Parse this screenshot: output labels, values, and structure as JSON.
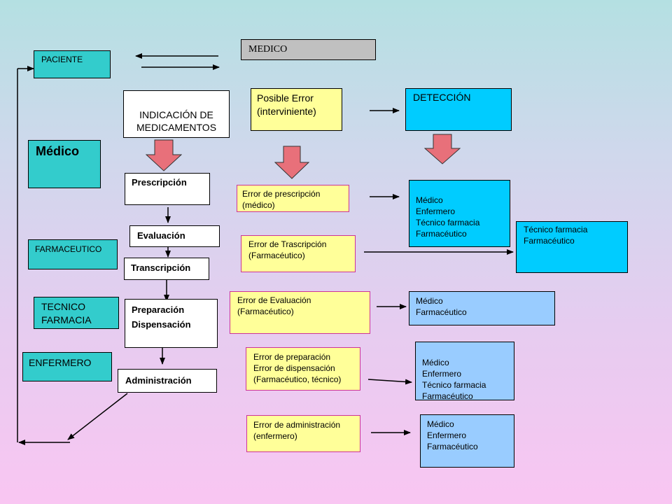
{
  "roles": {
    "paciente": "PACIENTE",
    "medico_role": "Médico",
    "farmaceutico": "FARMACEUTICO",
    "tecnico": [
      "TECNICO",
      "FARMACIA"
    ],
    "enfermero": "ENFERMERO"
  },
  "header": {
    "medico": "MEDICO"
  },
  "indicacion": [
    "INDICACIÓN  DE",
    "MEDICAMENTOS"
  ],
  "posible_error": [
    "Posible Error",
    "(interviniente)"
  ],
  "deteccion": "DETECCIÓN",
  "steps": {
    "prescripcion": "Prescripción",
    "evaluacion": "Evaluación",
    "transcripcion": "Transcripción",
    "preparacion": [
      "Preparación",
      "Dispensación"
    ],
    "administracion": "Administración"
  },
  "errors": {
    "prescripcion": [
      "Error de prescripción",
      "(médico)"
    ],
    "trascripcion": [
      "Error de Trascripción",
      "(Farmacéutico)"
    ],
    "evaluacion": [
      "Error de Evaluación",
      "(Farmacéutico)"
    ],
    "preparacion": [
      "Error de preparación",
      "Error de dispensación",
      "(Farmacéutico, técnico)"
    ],
    "administracion": [
      "Error de administración",
      "(enfermero)"
    ]
  },
  "detectors": {
    "d1": [
      "Médico",
      "Enfermero",
      "Técnico farmacia",
      "Farmacéutico"
    ],
    "d2": [
      "Técnico farmacia",
      "Farmacéutico"
    ],
    "d3": [
      "Médico",
      "Farmacéutico"
    ],
    "d4": [
      "Médico",
      "Enfermero",
      "Técnico farmacia",
      "Farmacéutico"
    ],
    "d5": [
      "Médico",
      "Enfermero",
      "Farmacéutico"
    ]
  },
  "colors": {
    "teal": "#33cccc",
    "yellow": "#ffff99",
    "cyan": "#00ccff",
    "light_blue": "#99ccff",
    "grey": "#c0c0c0",
    "big_arrow": "#e8707a"
  }
}
